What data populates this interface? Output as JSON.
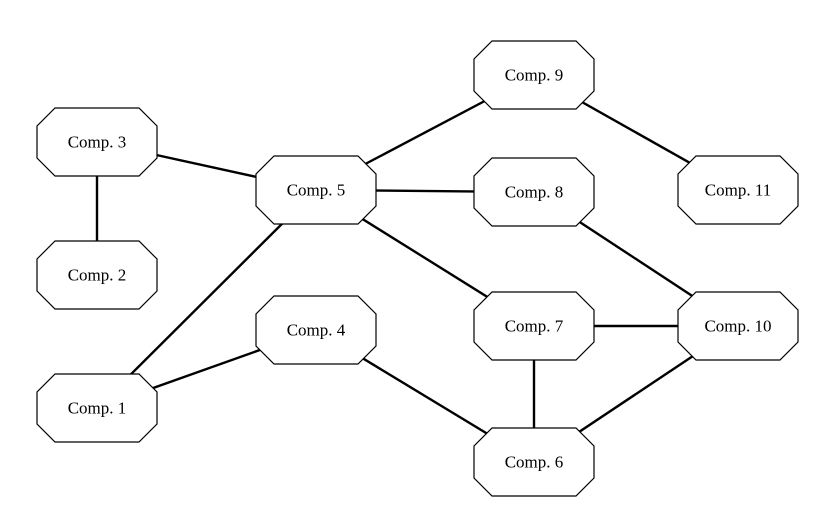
{
  "nodes": [
    {
      "id": "comp1",
      "label": "Comp. 1"
    },
    {
      "id": "comp2",
      "label": "Comp. 2"
    },
    {
      "id": "comp3",
      "label": "Comp. 3"
    },
    {
      "id": "comp4",
      "label": "Comp. 4"
    },
    {
      "id": "comp5",
      "label": "Comp. 5"
    },
    {
      "id": "comp6",
      "label": "Comp. 6"
    },
    {
      "id": "comp7",
      "label": "Comp. 7"
    },
    {
      "id": "comp8",
      "label": "Comp. 8"
    },
    {
      "id": "comp9",
      "label": "Comp. 9"
    },
    {
      "id": "comp10",
      "label": "Comp. 10"
    },
    {
      "id": "comp11",
      "label": "Comp. 11"
    }
  ],
  "edges": [
    {
      "from": "comp3",
      "to": "comp2"
    },
    {
      "from": "comp3",
      "to": "comp5"
    },
    {
      "from": "comp5",
      "to": "comp9"
    },
    {
      "from": "comp5",
      "to": "comp8"
    },
    {
      "from": "comp5",
      "to": "comp7"
    },
    {
      "from": "comp5",
      "to": "comp1"
    },
    {
      "from": "comp9",
      "to": "comp11"
    },
    {
      "from": "comp8",
      "to": "comp10"
    },
    {
      "from": "comp1",
      "to": "comp4"
    },
    {
      "from": "comp4",
      "to": "comp6"
    },
    {
      "from": "comp7",
      "to": "comp10"
    },
    {
      "from": "comp7",
      "to": "comp6"
    },
    {
      "from": "comp6",
      "to": "comp10"
    }
  ]
}
